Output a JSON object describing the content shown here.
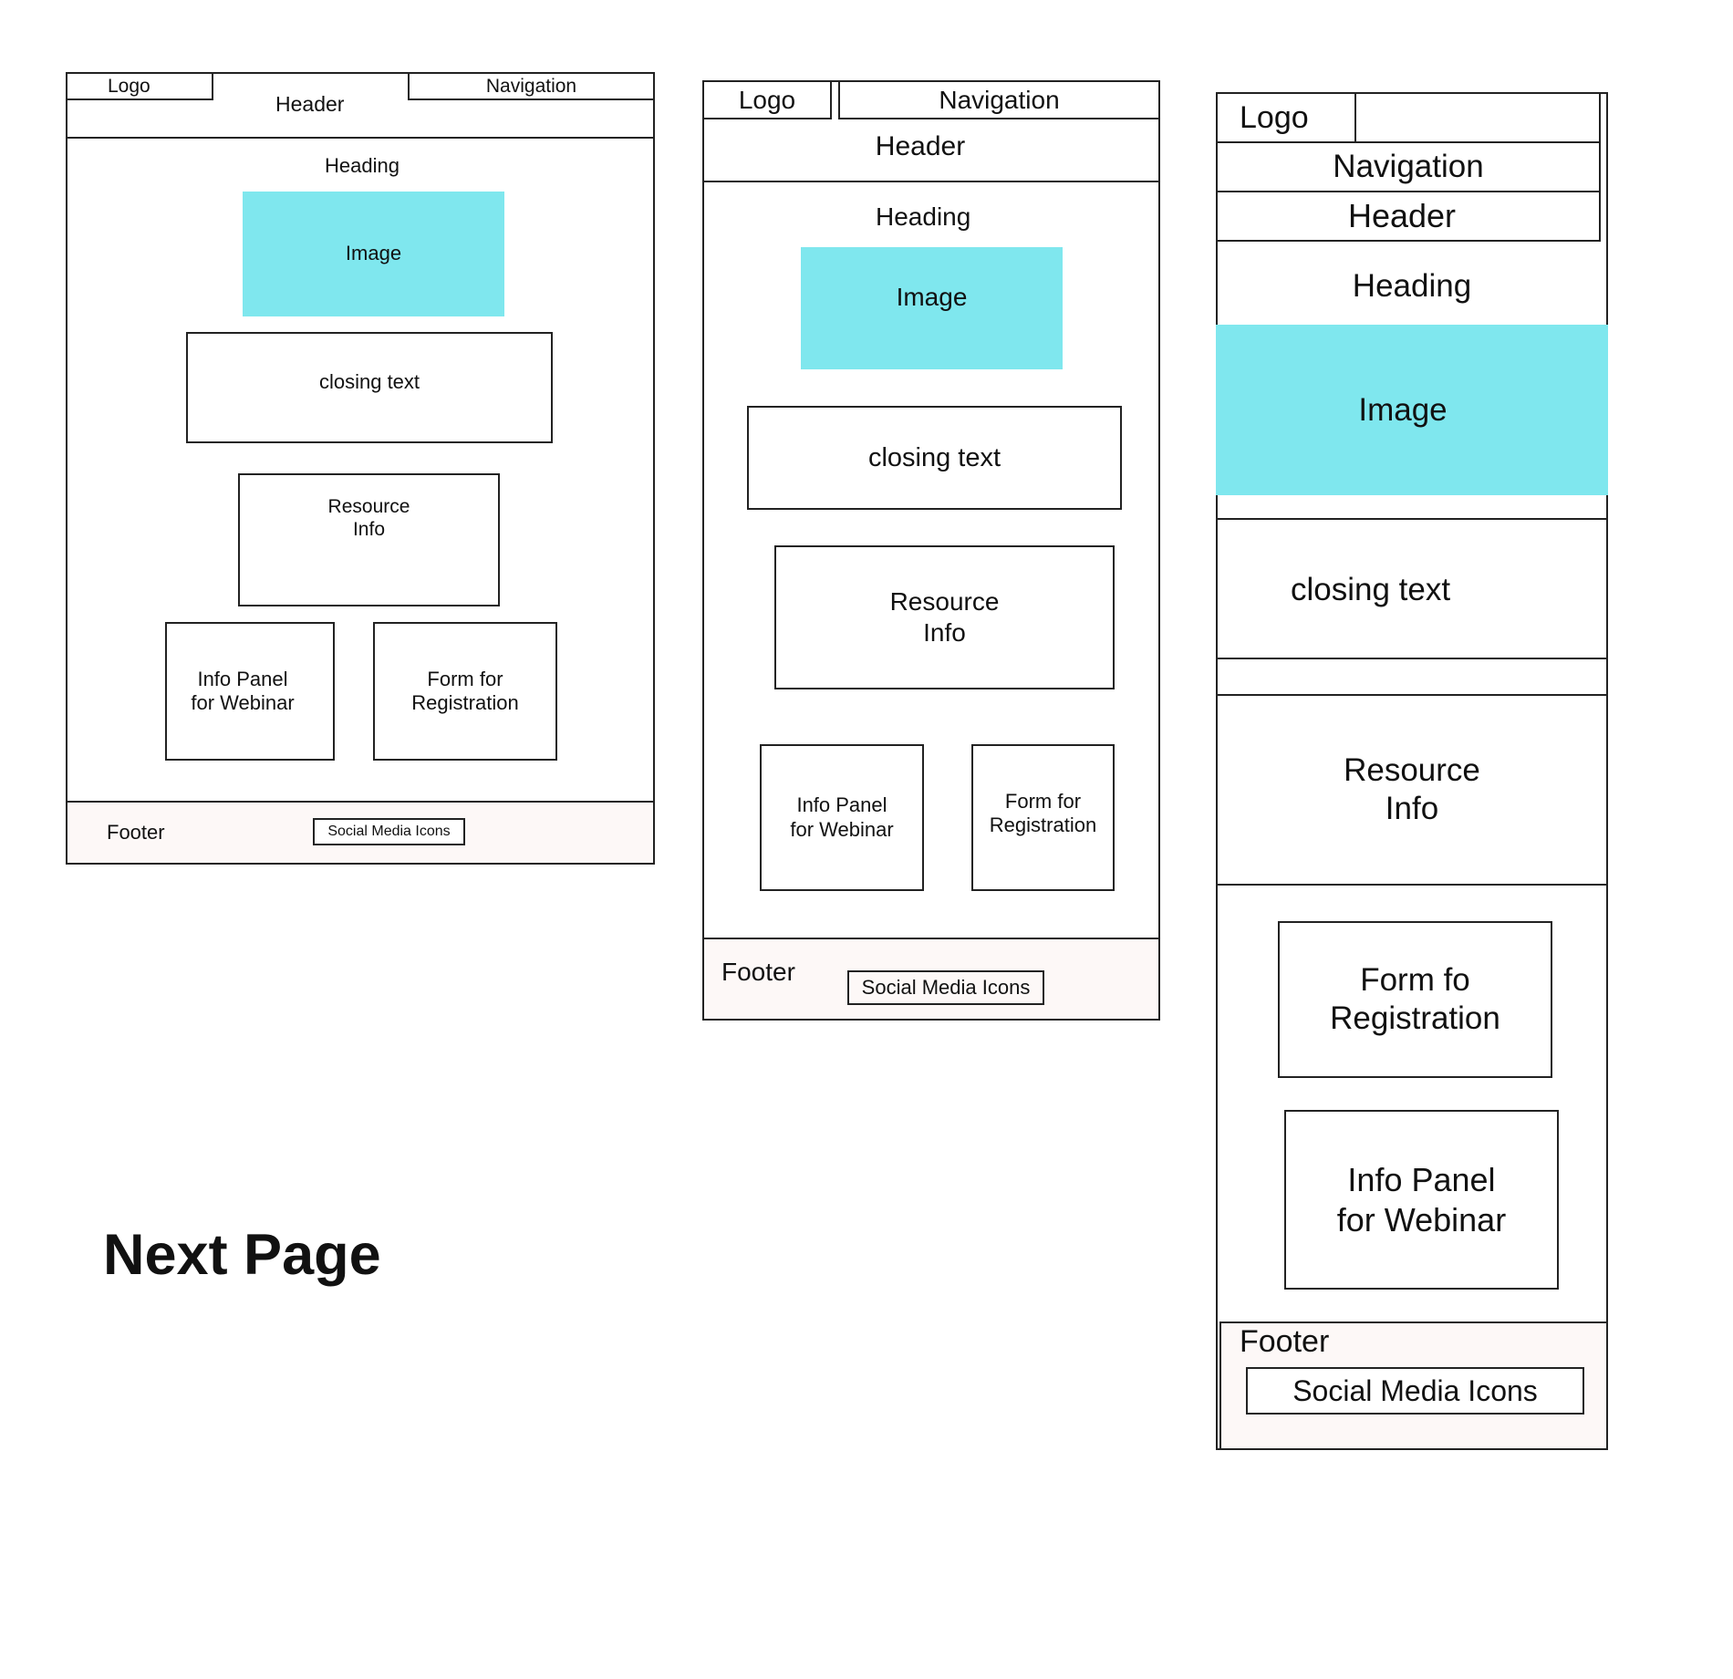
{
  "colors": {
    "image_fill": "#7fe7ee",
    "footer_fill": "#fdf8f7",
    "stroke": "#222222"
  },
  "desktop": {
    "logo": "Logo",
    "header": "Header",
    "navigation": "Navigation",
    "heading": "Heading",
    "image": "Image",
    "closing_text": "closing text",
    "resource_info": "Resource\nInfo",
    "info_panel": "Info Panel\nfor Webinar",
    "form": "Form for\nRegistration",
    "footer": "Footer",
    "social": "Social Media Icons"
  },
  "tablet": {
    "logo": "Logo",
    "navigation": "Navigation",
    "header": "Header",
    "heading": "Heading",
    "image": "Image",
    "closing_text": "closing text",
    "resource_info": "Resource\nInfo",
    "info_panel": "Info Panel\nfor Webinar",
    "form": "Form for\nRegistration",
    "footer": "Footer",
    "social": "Social Media Icons"
  },
  "mobile": {
    "logo": "Logo",
    "navigation": "Navigation",
    "header": "Header",
    "heading": "Heading",
    "image": "Image",
    "closing_text": "closing text",
    "resource_info": "Resource\nInfo",
    "form": "Form fo\nRegistration",
    "info_panel": "Info Panel\nfor Webinar",
    "footer": "Footer",
    "social": "Social Media Icons"
  },
  "next_page": "Next Page"
}
